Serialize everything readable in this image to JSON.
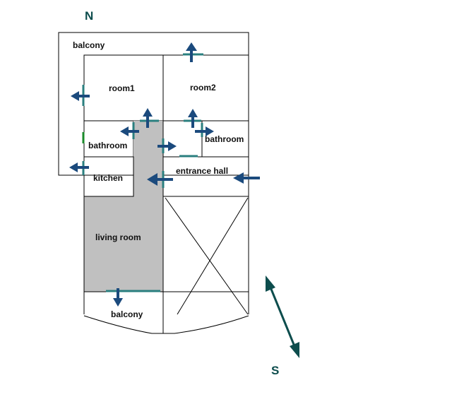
{
  "compass": {
    "north": "N",
    "south": "S"
  },
  "rooms": {
    "balcony_top": "balcony",
    "room1": "room1",
    "room2": "room2",
    "bathroom_left": "bathroom",
    "bathroom_right": "bathroom",
    "kitchen": "kitchen",
    "entrance_hall": "entrance hall",
    "living_room": "living room",
    "balcony_bottom": "balcony"
  },
  "colors": {
    "bedroom": "#00ffff",
    "bathroom": "#99ffff",
    "kitchen": "#808080",
    "living": "#c0c0c0",
    "arrow": "#1b4a7d",
    "door": "#2a7f7f",
    "compass": "#0d4d4d"
  }
}
